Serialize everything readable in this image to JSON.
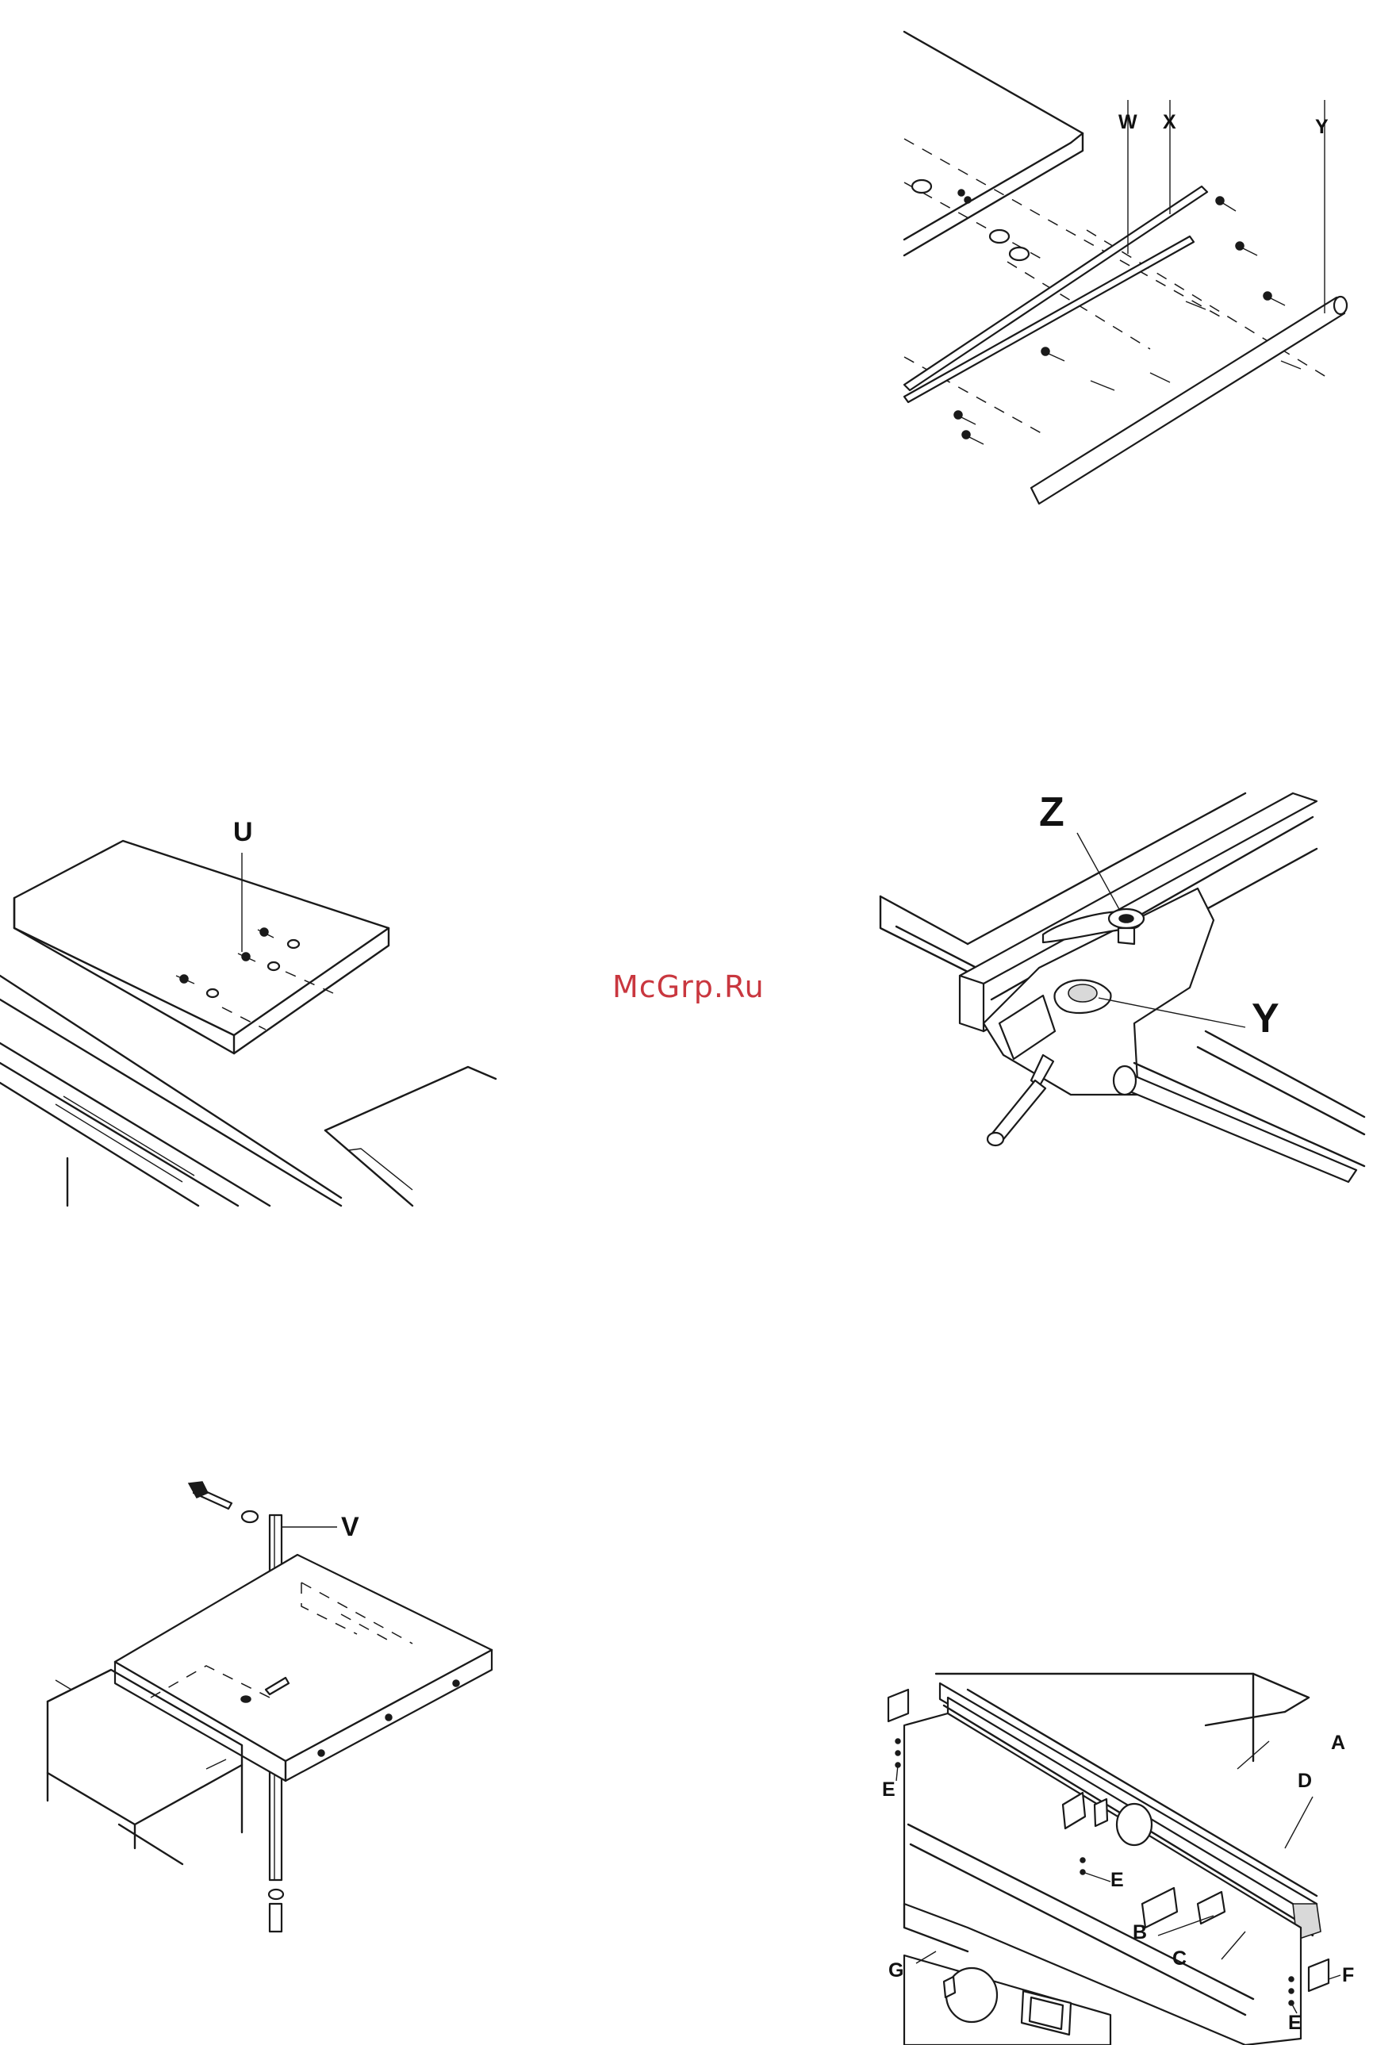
{
  "watermark": "McGrp.Ru",
  "figures": {
    "rails": {
      "labels": {
        "w": "W",
        "x": "X",
        "y": "Y"
      }
    },
    "extension_table_u": {
      "labels": {
        "u": "U"
      }
    },
    "fence_clamp": {
      "labels": {
        "z": "Z",
        "y": "Y"
      }
    },
    "extension_table_v": {
      "labels": {
        "v": "V"
      }
    },
    "panel_assembly": {
      "labels": {
        "a": "A",
        "b": "B",
        "c": "C",
        "d": "D",
        "e1": "E",
        "e2": "E",
        "e3": "E",
        "f": "F",
        "g": "G"
      }
    }
  }
}
